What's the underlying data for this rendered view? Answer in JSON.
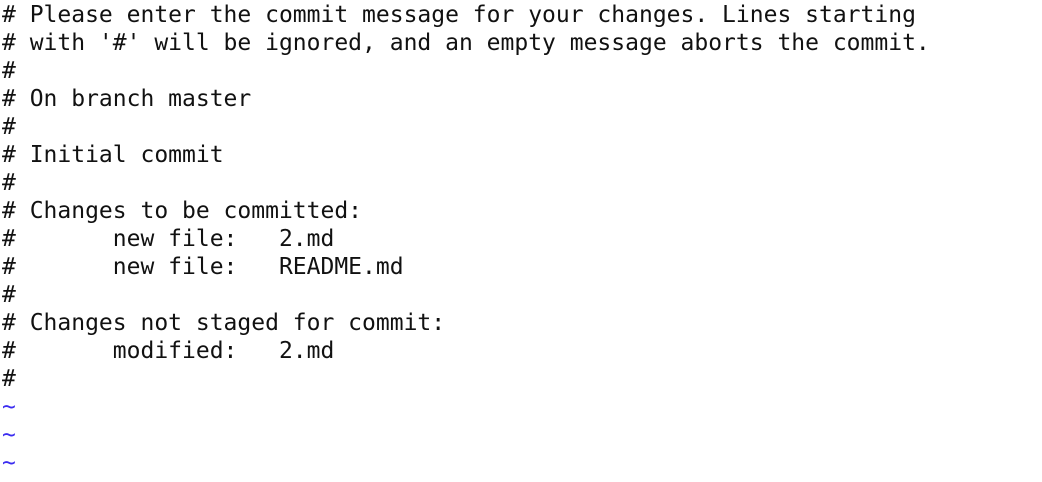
{
  "editor": {
    "lines": [
      "# Please enter the commit message for your changes. Lines starting",
      "# with '#' will be ignored, and an empty message aborts the commit.",
      "#",
      "# On branch master",
      "#",
      "# Initial commit",
      "#",
      "# Changes to be committed:",
      "#\tnew file:   2.md",
      "#\tnew file:   README.md",
      "#",
      "# Changes not staged for commit:",
      "#\tmodified:   2.md",
      "#"
    ],
    "empty_markers": [
      "~",
      "~",
      "~"
    ],
    "tilde_color": "#3b2cf0"
  }
}
